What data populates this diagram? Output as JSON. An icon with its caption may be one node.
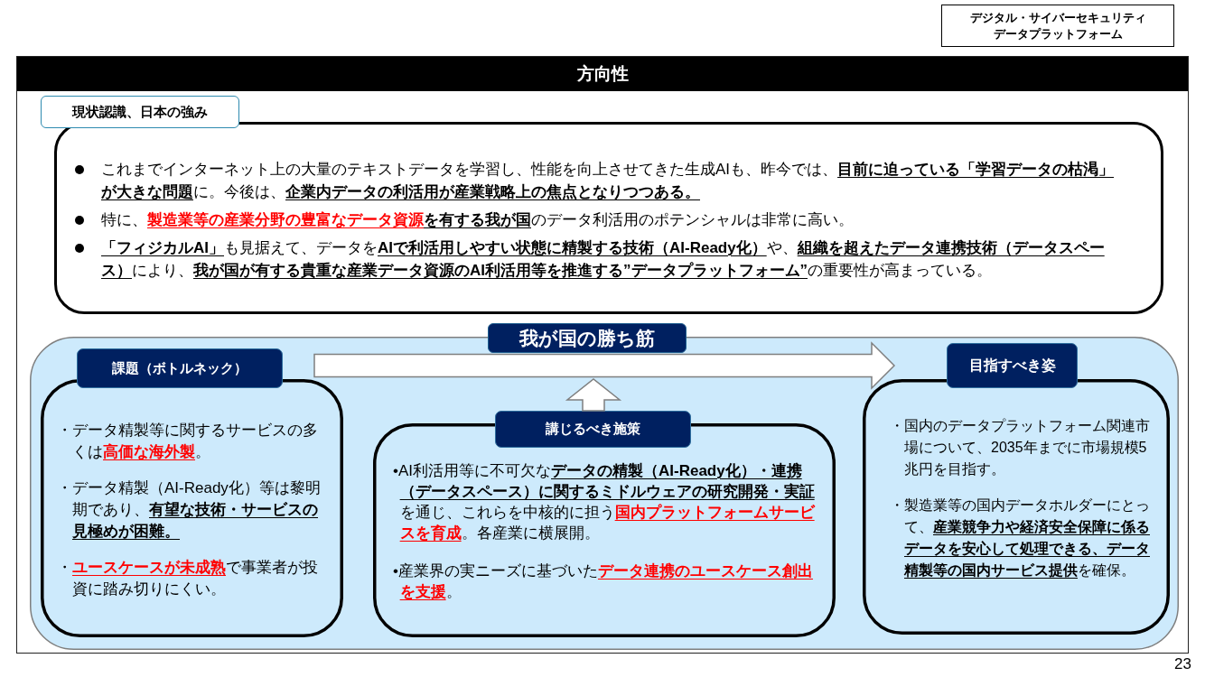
{
  "diagram": {
    "nodes": [
      {
        "text": [
          "デジタル・サイバーセキュリティデータプラットフォーム"
        ]
      },
      {
        "text": [
          "方向性"
        ]
      },
      {
        "text": [
          "現状認識、日本の強み",
          "これまでインターネット上の大量のテキストデータを学習し、性能を向上させてきた生成AIも、昨今では、**目前に迫っている「学習データの枯渇」が大きな問題**に。今後は、**企業内データの利活用が産業戦略上の焦点となりつつある。**",
          "特に、**製造業等の産業分野の豊富なデータ資源****を有する我が国**のデータ利活用のポテンシャルは非常に高い。",
          "**「フィジカルAI」**も見据えて、データを**AIで利活用しやすい状態に精製する技術（AI-Ready化）**や、**組織を超えたデータ連携技術（データスペース）**により、**我が国が有する貴重な産業データ資源のAI利活用等を推進する”データプラットフォーム”**の重要性が高まっている。"
        ],
        "in": 1
      },
      {
        "text": [
          "我が国の勝ち筋"
        ],
        "in": 1
      },
      {
        "text": [
          "課題（ボトルネック）",
          "・データ精製等に関するサービスの多くは**高価な海外製**。",
          "・データ精製（AI-Ready化）等は黎明期であり、**有望な技術・サービスの見極めが困難。**",
          "・**ユースケースが未成熟**で事業者が投資に踏み切りにくい。"
        ],
        "in": 3
      },
      {
        "text": [
          "講じるべき施策",
          "•AI利活用等に不可欠な**データの精製（AI-Ready化）・連携（データスペース）に関するミドルウェアの研究開発・実証**を通じ、これらを中核的に担う**国内プラットフォームサービスを育成**。各産業に横展開。",
          "•産業界の実ニーズに基づいた**データ連携のユースケース創出を支援**。"
        ],
        "in": 3
      },
      {
        "text": [
          "目指すべき姿",
          "・国内のデータプラットフォーム関連市場について、2035年までに市場規模5兆円を目指す。",
          "・製造業等の国内データホルダーにとって、**産業競争力や経済安全保障に係るデータを安心して処理できる、データ精製等の国内サービス提供**を確保。"
        ],
        "in": 3
      }
    ],
    "edges": [
      {
        "from": 4,
        "to": 6,
        "arrow": "to"
      },
      {
        "from": 5,
        "to": null,
        "arrow": "to"
      }
    ],
    "labels": [
      "23"
    ]
  }
}
